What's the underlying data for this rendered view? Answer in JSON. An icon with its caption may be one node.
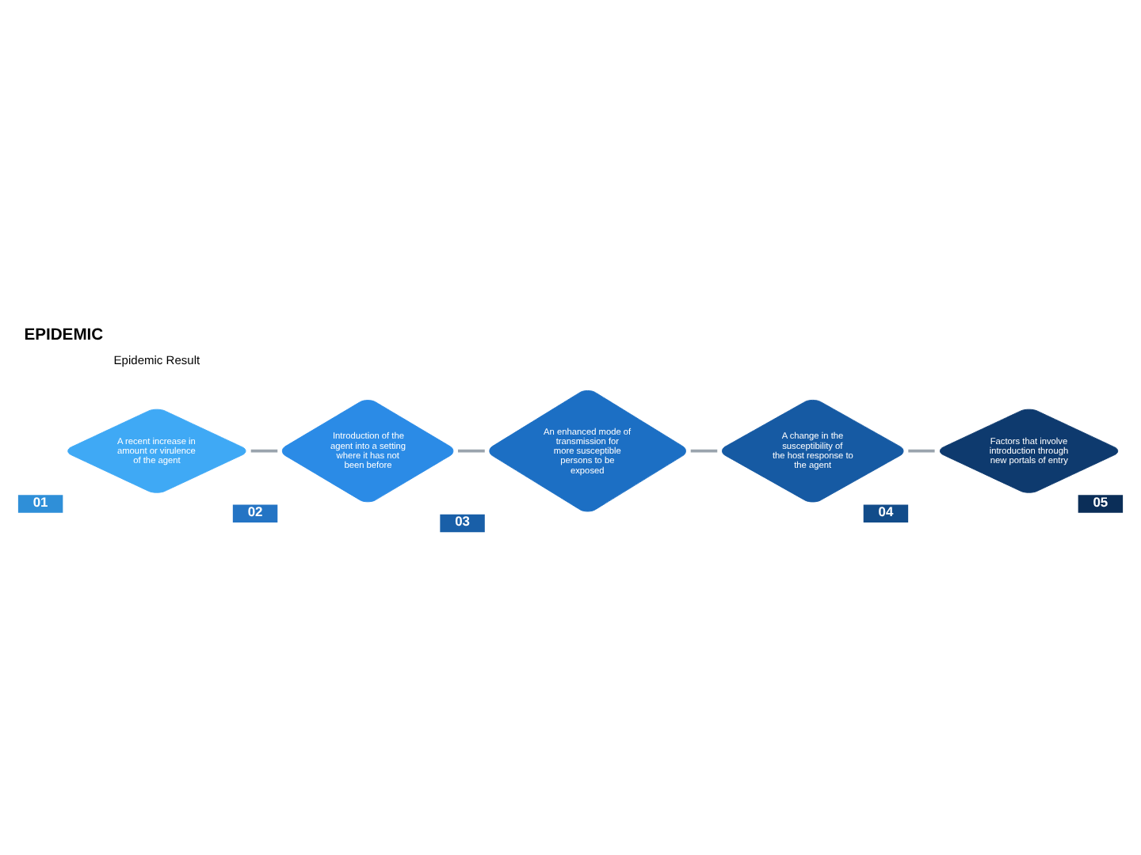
{
  "diagram": {
    "title": "EPIDEMIC",
    "nodes": [
      {
        "text": [
          "A recent increase in amount or virulence of the agent"
        ],
        "beside": [
          "01"
        ]
      },
      {
        "text": [
          "Introduction of the agent into a setting where it has not been before"
        ],
        "beside": [
          "02"
        ]
      },
      {
        "text": [
          "An enhanced mode of transmission for more susceptible persons to be exposed"
        ],
        "beside": [
          "03"
        ]
      },
      {
        "text": [
          "A change in the susceptibility of the host response to the agent"
        ],
        "beside": [
          "04"
        ]
      },
      {
        "text": [
          "Factors that involve introduction through new portals of entry"
        ],
        "beside": [
          "05"
        ]
      }
    ],
    "edges": [
      {
        "from": 0,
        "to": 1,
        "arrow": "none"
      },
      {
        "from": 1,
        "to": 2,
        "arrow": "none"
      },
      {
        "from": 2,
        "to": 3,
        "arrow": "none"
      },
      {
        "from": 3,
        "to": 4,
        "arrow": "none"
      }
    ],
    "labels": [
      "Epidemic Result"
    ]
  }
}
